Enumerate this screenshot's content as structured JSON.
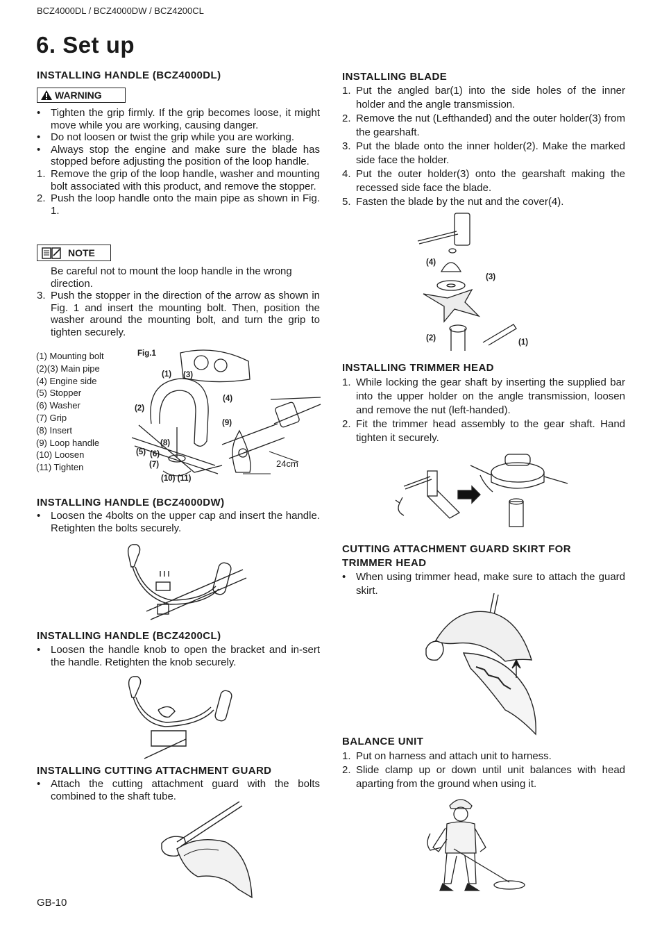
{
  "header": {
    "models": "BCZ4000DL / BCZ4000DW / BCZ4200CL"
  },
  "title": "6. Set up",
  "left": {
    "handle_dl": {
      "heading": "INSTALLING HANDLE (BCZ4000DL)",
      "warning_label": "WARNING",
      "bullets": [
        "Tighten the grip firmly. If the grip becomes loose, it might move while you are working, causing danger.",
        "Do not loosen or twist the grip while you are working.",
        "Always stop the engine and make sure the blade has stopped before adjusting the position of the loop handle."
      ],
      "steps": [
        "Remove the grip of the loop handle, washer and mounting bolt associated with this product, and remove the stopper.",
        "Push the loop handle onto the main pipe as shown in Fig. 1."
      ],
      "note_label": "NOTE",
      "note_text": "Be careful not to mount the loop handle in the wrong direction.",
      "step3": "Push the stopper in the direction of the arrow as shown in Fig. 1 and insert the mounting bolt. Then, position the washer around the mounting bolt, and turn the grip to tighten securely.",
      "legend": [
        "(1) Mounting bolt",
        "(2)(3) Main pipe",
        "(4) Engine side",
        "(5) Stopper",
        "(6) Washer",
        "(7) Grip",
        "(8) Insert",
        "(9) Loop handle",
        "(10) Loosen",
        "(11) Tighten"
      ],
      "fig_label": "Fig.1",
      "fig_callouts": {
        "c1": "(1)",
        "c2": "(2)",
        "c3": "(3)",
        "c4": "(4)",
        "c5": "(5)",
        "c6": "(6)",
        "c7": "(7)",
        "c8": "(8)",
        "c9": "(9)",
        "c1011": "(10) (11)",
        "dist": "24cm"
      }
    },
    "handle_dw": {
      "heading": "INSTALLING HANDLE (BCZ4000DW)",
      "bullet": "Loosen the 4bolts on the upper cap and insert the handle. Retighten the bolts securely."
    },
    "handle_cl": {
      "heading": "INSTALLING HANDLE (BCZ4200CL)",
      "bullet": "Loosen the handle knob to open the bracket and in-sert the handle. Retighten the knob securely."
    },
    "guard": {
      "heading": "INSTALLING CUTTING ATTACHMENT GUARD",
      "bullet": "Attach the cutting attachment guard with the bolts combined to the shaft tube."
    }
  },
  "right": {
    "blade": {
      "heading": "INSTALLING BLADE",
      "steps": [
        "Put the angled bar(1) into the side holes of the inner holder and the angle transmission.",
        "Remove the nut (Lefthanded) and the outer holder(3) from the gearshaft.",
        "Put the blade onto the inner holder(2). Make the marked side face the holder.",
        "Put the outer holder(3) onto the gearshaft making the recessed side face the blade.",
        "Fasten the blade by the nut and the cover(4)."
      ],
      "callouts": {
        "c1": "(1)",
        "c2": "(2)",
        "c3": "(3)",
        "c4": "(4)"
      }
    },
    "trimmer": {
      "heading": "INSTALLING TRIMMER HEAD",
      "steps": [
        "While locking the gear shaft by inserting the supplied bar into the upper holder on the angle transmission, loosen and remove the nut (left-handed).",
        "Fit the trimmer head assembly to the gear shaft. Hand tighten it securely."
      ]
    },
    "skirt": {
      "heading_l1": "CUTTING ATTACHMENT GUARD SKIRT FOR",
      "heading_l2": "TRIMMER HEAD",
      "bullet": "When using trimmer head, make sure to attach the guard skirt."
    },
    "balance": {
      "heading": "BALANCE UNIT",
      "steps": [
        "Put on harness and attach unit to harness.",
        "Slide clamp up or down until unit balances with head aparting from the ground when using it."
      ]
    }
  },
  "bullet_char": "•",
  "footer": {
    "page": "GB-10"
  }
}
